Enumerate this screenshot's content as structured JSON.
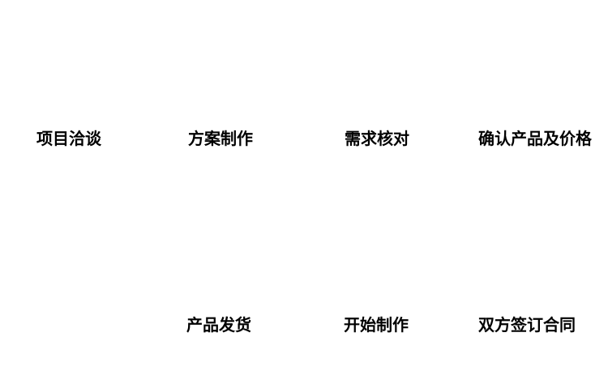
{
  "diagram": {
    "type": "process-flow",
    "background_color": "#ffffff",
    "text_color": "#000000",
    "top_row": [
      {
        "label": "项目洽谈"
      },
      {
        "label": "方案制作"
      },
      {
        "label": "需求核对"
      },
      {
        "label": "确认产品及价格"
      }
    ],
    "bottom_row": [
      {
        "label": "产品发货"
      },
      {
        "label": "开始制作"
      },
      {
        "label": "双方签订合同"
      }
    ]
  }
}
